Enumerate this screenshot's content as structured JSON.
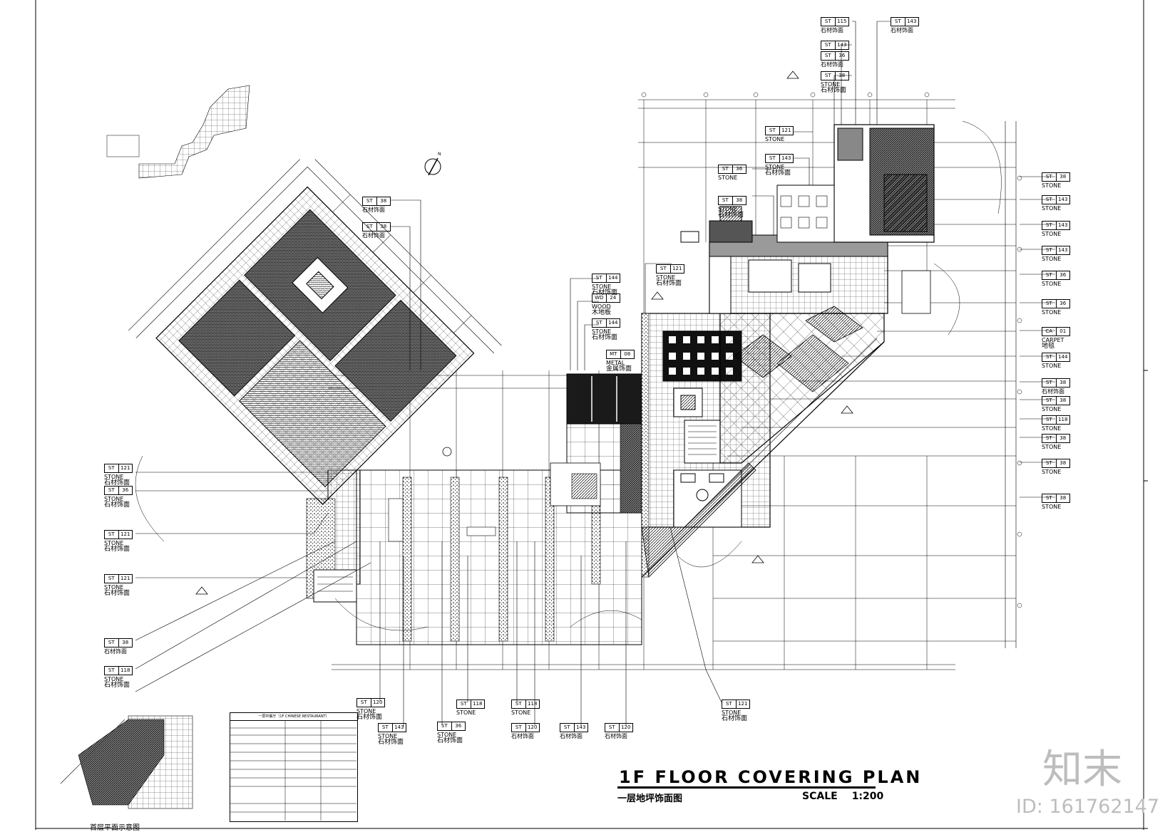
{
  "title": "1F FLOOR COVERING PLAN",
  "subtitle": "一层地坪饰面图",
  "scale": {
    "label": "SCALE",
    "value": "1:200"
  },
  "keymap_caption": "首层平面示意图",
  "legend_title": "一层中餐厅（1F CHINESE RESTAURANT）",
  "watermark": {
    "brand": "知末",
    "id": "ID: 161762147"
  },
  "colors": {
    "ink": "#000000",
    "watermark": "#bdbdbd",
    "background": "#ffffff"
  },
  "icons": [
    "north-arrow-icon",
    "section-marker-icon"
  ],
  "tags": {
    "t1": {
      "code": "ST",
      "num": "115",
      "label": "石材饰面"
    },
    "t2": {
      "code": "ST",
      "num": "143",
      "label": "石材饰面"
    },
    "t3": {
      "code": "ST",
      "num": "143",
      "label": ""
    },
    "t4": {
      "code": "ST",
      "num": "36",
      "label": "石材饰面"
    },
    "t5": {
      "code": "ST",
      "num": "38",
      "label": "STONE",
      "label2": "石材饰面"
    },
    "t6": {
      "code": "ST",
      "num": "121",
      "label": "STONE"
    },
    "t7": {
      "code": "ST",
      "num": "143",
      "label": "STONE",
      "label2": "石材饰面"
    },
    "t8": {
      "code": "ST",
      "num": "36",
      "label": "STONE"
    },
    "t9": {
      "code": "ST",
      "num": "38",
      "label": "石材饰面"
    },
    "t10": {
      "code": "ST",
      "num": "38",
      "label": "石材饰面"
    },
    "t11": {
      "code": "ST",
      "num": "144",
      "label": "STONE",
      "label2": "石材饰面"
    },
    "t12": {
      "code": "WD",
      "num": "24",
      "label": "WOOD",
      "label2": "木地板"
    },
    "t13": {
      "code": "ST",
      "num": "144",
      "label": "STONE",
      "label2": "石材饰面"
    },
    "t14": {
      "code": "MT",
      "num": "08",
      "label": "METAL",
      "label2": "金属饰面"
    },
    "t15": {
      "code": "ST",
      "num": "121",
      "label": "STONE",
      "label2": "石材饰面"
    },
    "t16": {
      "code": "ST",
      "num": "38",
      "label": "STONE",
      "label2": "石材饰面"
    },
    "t17": {
      "code": "ST",
      "num": "121",
      "label": "STONE",
      "label2": "石材饰面"
    },
    "t18": {
      "code": "ST",
      "num": "36",
      "label": "STONE",
      "label2": "石材饰面"
    },
    "t19": {
      "code": "ST",
      "num": "121",
      "label": "STONE",
      "label2": "石材饰面"
    },
    "t20": {
      "code": "ST",
      "num": "38",
      "label": "石材饰面"
    },
    "t21": {
      "code": "ST",
      "num": "121",
      "label": "STONE",
      "label2": "石材饰面"
    },
    "t22": {
      "code": "ST",
      "num": "118",
      "label": "STONE",
      "label2": "石材饰面"
    },
    "r1": {
      "code": "ST",
      "num": "38",
      "label": "STONE"
    },
    "r2": {
      "code": "ST",
      "num": "143",
      "label": "STONE"
    },
    "r3": {
      "code": "ST",
      "num": "143",
      "label": "STONE"
    },
    "r4": {
      "code": "ST",
      "num": "143",
      "label": "STONE"
    },
    "r5": {
      "code": "ST",
      "num": "36",
      "label": "STONE"
    },
    "r6": {
      "code": "ST",
      "num": "36",
      "label": "STONE"
    },
    "r7": {
      "code": "CA",
      "num": "01",
      "label": "CARPET",
      "label2": "地毯"
    },
    "r8": {
      "code": "ST",
      "num": "144",
      "label": "STONE"
    },
    "r9": {
      "code": "ST",
      "num": "38",
      "label": "石材饰面"
    },
    "r10": {
      "code": "ST",
      "num": "38",
      "label": "STONE"
    },
    "r11": {
      "code": "ST",
      "num": "118",
      "label": "STONE"
    },
    "r12": {
      "code": "ST",
      "num": "38",
      "label": "STONE"
    },
    "r13": {
      "code": "ST",
      "num": "38",
      "label": "STONE"
    },
    "r14": {
      "code": "ST",
      "num": "38",
      "label": "STONE"
    },
    "b1": {
      "code": "ST",
      "num": "120",
      "label": "STONE",
      "label2": "石材饰面"
    },
    "b2": {
      "code": "ST",
      "num": "143",
      "label": "STONE",
      "label2": "石材饰面"
    },
    "b3": {
      "code": "ST",
      "num": "36",
      "label": "STONE",
      "label2": "石材饰面"
    },
    "b4": {
      "code": "ST",
      "num": "118",
      "label": "STONE"
    },
    "b5": {
      "code": "ST",
      "num": "118",
      "label": "STONE"
    },
    "b6": {
      "code": "ST",
      "num": "120",
      "label": "石材饰面"
    },
    "b7": {
      "code": "ST",
      "num": "143",
      "label": "石材饰面"
    },
    "b8": {
      "code": "ST",
      "num": "120",
      "label": "石材饰面"
    },
    "b9": {
      "code": "ST",
      "num": "121",
      "label": "STONE",
      "label2": "石材饰面"
    }
  }
}
